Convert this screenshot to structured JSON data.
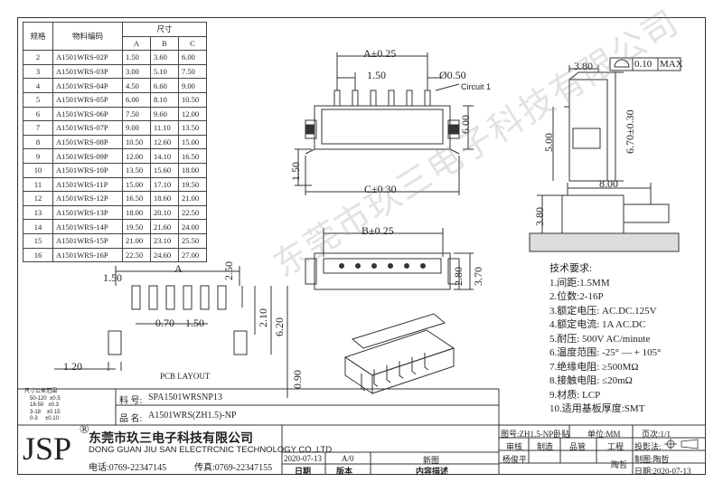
{
  "spec_table": {
    "col_spec": "规格",
    "col_part": "物料编码",
    "col_dims": "尺寸",
    "dim_cols": [
      "A",
      "B",
      "C"
    ],
    "rows": [
      {
        "spec": "2",
        "part": "A1501WRS-02P",
        "a": "1.50",
        "b": "3.60",
        "c": "6.00"
      },
      {
        "spec": "3",
        "part": "A1501WRS-03P",
        "a": "3.00",
        "b": "5.10",
        "c": "7.50"
      },
      {
        "spec": "4",
        "part": "A1501WRS-04P",
        "a": "4.50",
        "b": "6.60",
        "c": "9.00"
      },
      {
        "spec": "5",
        "part": "A1501WRS-05P",
        "a": "6.00",
        "b": "8.10",
        "c": "10.50"
      },
      {
        "spec": "6",
        "part": "A1501WRS-06P",
        "a": "7.50",
        "b": "9.60",
        "c": "12.00"
      },
      {
        "spec": "7",
        "part": "A1501WRS-07P",
        "a": "9.00",
        "b": "11.10",
        "c": "13.50"
      },
      {
        "spec": "8",
        "part": "A1501WRS-08P",
        "a": "10.50",
        "b": "12.60",
        "c": "15.00"
      },
      {
        "spec": "9",
        "part": "A1501WRS-09P",
        "a": "12.00",
        "b": "14.10",
        "c": "16.50"
      },
      {
        "spec": "10",
        "part": "A1501WRS-10P",
        "a": "13.50",
        "b": "15.60",
        "c": "18.00"
      },
      {
        "spec": "11",
        "part": "A1501WRS-11P",
        "a": "15.00",
        "b": "17.10",
        "c": "19.50"
      },
      {
        "spec": "12",
        "part": "A1501WRS-12P",
        "a": "16.50",
        "b": "18.60",
        "c": "21.00"
      },
      {
        "spec": "13",
        "part": "A1501WRS-13P",
        "a": "18.00",
        "b": "20.10",
        "c": "22.50"
      },
      {
        "spec": "14",
        "part": "A1501WRS-14P",
        "a": "19.50",
        "b": "21.60",
        "c": "24.00"
      },
      {
        "spec": "15",
        "part": "A1501WRS-15P",
        "a": "21.00",
        "b": "23.10",
        "c": "25.50"
      },
      {
        "spec": "16",
        "part": "A1501WRS-16P",
        "a": "22.50",
        "b": "24.60",
        "c": "27.00"
      }
    ]
  },
  "dims": {
    "a_pm": "A±0.25",
    "pitch": "1.50",
    "pin_dia": "Ø0.50",
    "circuit": "Circuit 1",
    "h600": "6.00",
    "h150": "1.50",
    "c_pm": "C±0.30",
    "w380": "3.80",
    "h500": "5.00",
    "h670": "6.70±0.30",
    "flat": "0.10",
    "flat_max": "MAX",
    "w800": "8.00",
    "h380": "3.80",
    "b_pm": "B±0.25",
    "h280": "2.80",
    "h370": "3.70",
    "pcb_150": "1.50",
    "pcb_a": "A",
    "pcb_250": "2.50",
    "pcb_210": "2.10",
    "pcb_620": "6.20",
    "pcb_070": "0.70",
    "pcb_150b": "1.50",
    "pcb_120": "1.20",
    "pcb_090": "0.90",
    "pcb_layout": "PCB LAYOUT"
  },
  "tech": {
    "title": "技术要求:",
    "items": [
      "1.间距:1.5MM",
      "2.位数:2-16P",
      "3.额定电压: AC.DC.125V",
      "4.额定电流: 1A AC.DC",
      "5.耐压: 500V AC/minute",
      "6.温度范围: -25° — + 105°",
      "7.绝缘电阻: ≥500MΩ",
      "8.接触电阻: ≤20mΩ",
      "9.材质: LCP",
      "10.适用基板厚度:SMT"
    ]
  },
  "tolerance": {
    "title": "尺寸公差范围",
    "rows": [
      "50-120  ±0.5",
      "18-50   ±0.3",
      "3-18    ±0.15",
      "0-3     ±0.10"
    ]
  },
  "title_block": {
    "part_no_label": "料  号:",
    "part_no": "SPA1501WRSNP13",
    "name_label": "品  名:",
    "name": "A1501WRS(ZH1.5)-NP",
    "logo": "JSP",
    "logo_mark": "®",
    "company_cn": "东莞市玖三电子科技有限公司",
    "company_en": "DONG GUAN JIU SAN ELECTRCNIC TECHNOLOGY CO.,LTD",
    "tel": "电话:0769-22347145",
    "fax": "传真:0769-22347155",
    "rev_date": "2020-07-13",
    "rev_ver": "A/0",
    "rev_desc": "新图",
    "hdr_date": "日期",
    "hdr_ver": "版本",
    "hdr_desc": "内容描述",
    "drawing": "图号:ZH1.5-NP卧贴",
    "unit": "单位:MM",
    "page": "页次:1/1",
    "review": "审核",
    "make": "制造",
    "qa": "品管",
    "eng": "工程",
    "proj": "投影法:",
    "reviewer": "杨俊平",
    "engineer": "陶哲",
    "drafter": "制图:陶哲",
    "date": "日期:2020-07-13"
  },
  "watermark": "东莞市玖三电子科技有限公司"
}
